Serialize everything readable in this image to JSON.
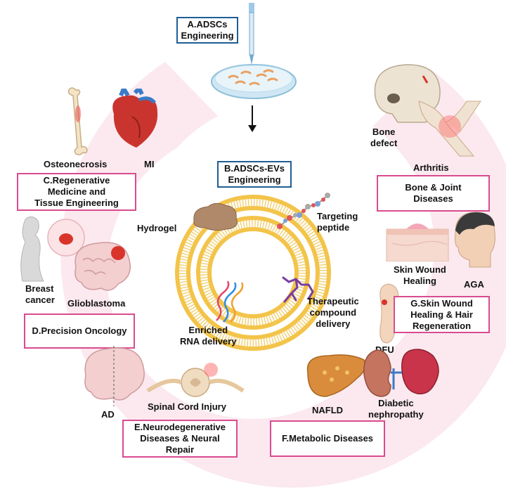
{
  "boxes": {
    "a": [
      "A.ADSCs",
      "Engineering"
    ],
    "b": [
      "B.ADSCs-EVs",
      "Engineering"
    ],
    "c": [
      "C.Regenerative",
      "Medicine and",
      "Tissue Engineering"
    ],
    "d": [
      "D.Precision Oncology"
    ],
    "e": [
      "E.Neurodegenerative",
      "Diseases & Neural",
      "Repair"
    ],
    "f": [
      "F.Metabolic Diseases"
    ],
    "g": [
      "G.Skin Wound",
      "Healing & Hair",
      "Regeneration"
    ],
    "bone_joint": [
      "Bone & Joint",
      "Diseases"
    ]
  },
  "labels": {
    "osteonecrosis": "Osteonecrosis",
    "mi": "MI",
    "bone_defect": [
      "Bone",
      "defect"
    ],
    "arthritis": "Arthritis",
    "hydrogel": "Hydrogel",
    "targeting_peptide": [
      "Targeting",
      "peptide"
    ],
    "therapeutic": [
      "Therapeutic",
      "compound",
      "delivery"
    ],
    "rna": [
      "Enriched",
      "RNA delivery"
    ],
    "breast_cancer": [
      "Breast",
      "cancer"
    ],
    "glioblastoma": "Glioblastoma",
    "skin_wound": [
      "Skin Wound",
      "Healing"
    ],
    "aga": "AGA",
    "dfu": "DFU",
    "ad": "AD",
    "spinal": "Spinal Cord Injury",
    "nafld": "NAFLD",
    "diabetic": [
      "Diabetic",
      "nephropathy"
    ]
  },
  "colors": {
    "ring": "#fbe9ef",
    "pink_border": "#d94b8f",
    "blue_border": "#1f5e93",
    "membrane_yellow": "#f3c44a",
    "arrow": "#111111"
  },
  "icons": [
    "pipette-icon",
    "petri-dish-icon",
    "bone-icon",
    "heart-icon",
    "skull-icon",
    "knee-icon",
    "hydrogel-icon",
    "peptide-icon",
    "rna-icon",
    "compound-icon",
    "breast-icon",
    "brain-icon",
    "skin-icon",
    "head-icon",
    "foot-icon",
    "spinal-cord-icon",
    "liver-icon",
    "kidney-icon"
  ]
}
